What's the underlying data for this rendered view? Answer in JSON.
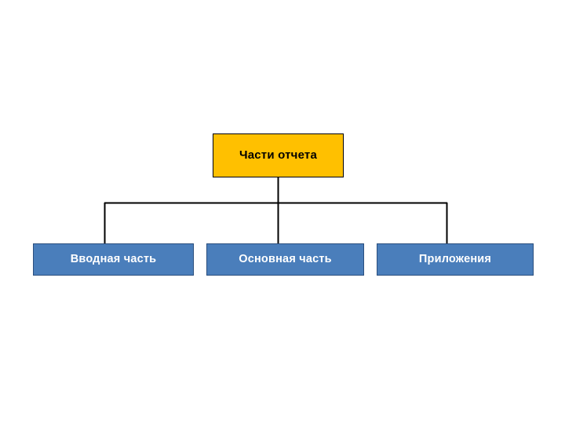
{
  "diagram": {
    "title": "Части отчета",
    "type": "hierarchy-tree",
    "background_color": "#FFFFFF",
    "connector_color": "#000000",
    "root": {
      "label": "Части отчета",
      "fill_color": "#FFC000",
      "border_color": "#000000",
      "text_color": "#000000"
    },
    "children": [
      {
        "label": "Вводная часть",
        "fill_color": "#4A7EBB",
        "border_color": "#2B4F7E",
        "text_color": "#FFFFFF"
      },
      {
        "label": "Основная часть",
        "fill_color": "#4A7EBB",
        "border_color": "#2B4F7E",
        "text_color": "#FFFFFF"
      },
      {
        "label": "Приложения",
        "fill_color": "#4A7EBB",
        "border_color": "#2B4F7E",
        "text_color": "#FFFFFF"
      }
    ]
  }
}
